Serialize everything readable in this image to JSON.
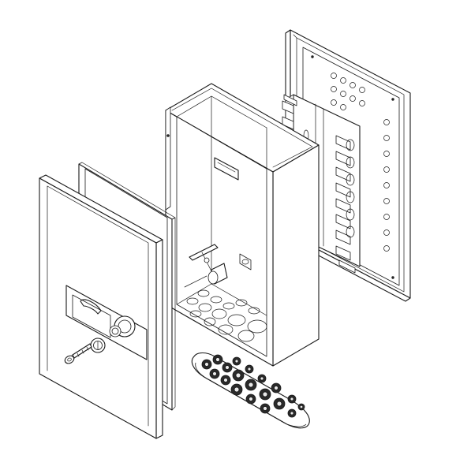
{
  "diagram": {
    "parts": [
      "front-door",
      "door-gasket-frame",
      "enclosure-housing",
      "terminal-mounting-plate",
      "cable-gland-plate",
      "door-lock-key"
    ]
  }
}
